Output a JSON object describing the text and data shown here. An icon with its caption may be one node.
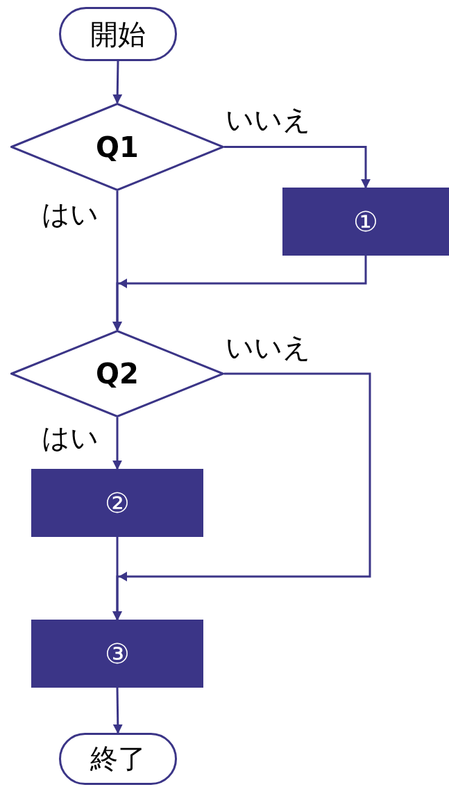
{
  "diagram": {
    "nodes": [
      {
        "text": [
          "開始"
        ]
      },
      {
        "text": [
          "Q1"
        ]
      },
      {
        "text": [
          "①"
        ]
      },
      {
        "text": [
          "Q2"
        ]
      },
      {
        "text": [
          "②"
        ]
      },
      {
        "text": [
          "③"
        ]
      },
      {
        "text": [
          "終了"
        ]
      }
    ],
    "edges": [
      {
        "from": 0,
        "to": 1,
        "arrow": "to"
      },
      {
        "from": 1,
        "to": 2,
        "arrow": "to",
        "label": "いいえ"
      },
      {
        "from": 1,
        "to": 3,
        "arrow": "to",
        "label": "はい"
      },
      {
        "from": 2,
        "to": 3,
        "arrow": "to"
      },
      {
        "from": 3,
        "to": 4,
        "arrow": "to",
        "label": "はい"
      },
      {
        "from": 3,
        "to": 5,
        "arrow": "to",
        "label": "いいえ"
      },
      {
        "from": 4,
        "to": 5,
        "arrow": "to"
      },
      {
        "from": 5,
        "to": 6,
        "arrow": "to"
      }
    ]
  }
}
